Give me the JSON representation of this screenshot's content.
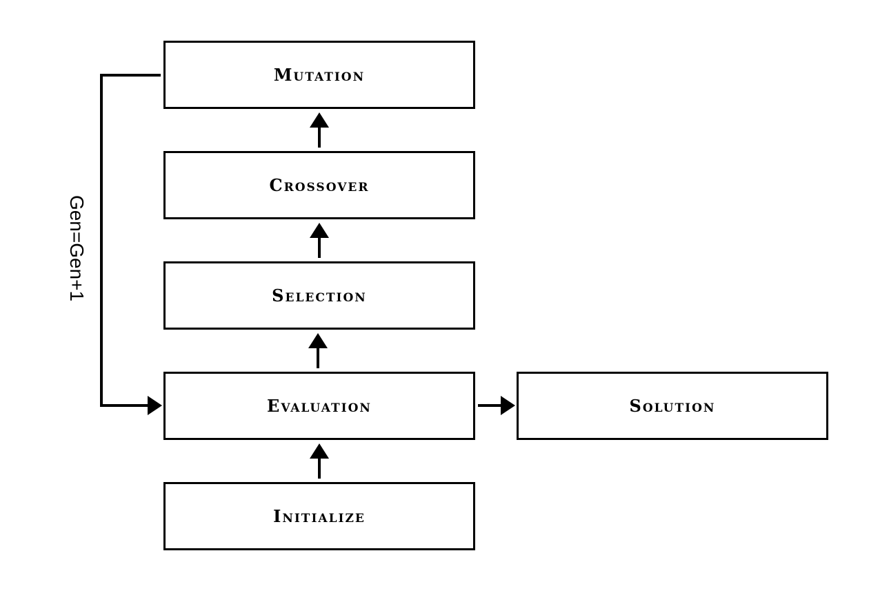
{
  "diagram": {
    "nodes": {
      "mutation": "Mutation",
      "crossover": "Crossover",
      "selection": "Selection",
      "evaluation": "Evaluation",
      "initialize": "Initialize",
      "solution": "Solution"
    },
    "loop_label": "Gen=Gen+1",
    "edges": [
      {
        "from": "initialize",
        "to": "evaluation"
      },
      {
        "from": "evaluation",
        "to": "selection"
      },
      {
        "from": "selection",
        "to": "crossover"
      },
      {
        "from": "crossover",
        "to": "mutation"
      },
      {
        "from": "mutation",
        "to": "evaluation",
        "label": "Gen=Gen+1"
      },
      {
        "from": "evaluation",
        "to": "solution"
      }
    ]
  }
}
